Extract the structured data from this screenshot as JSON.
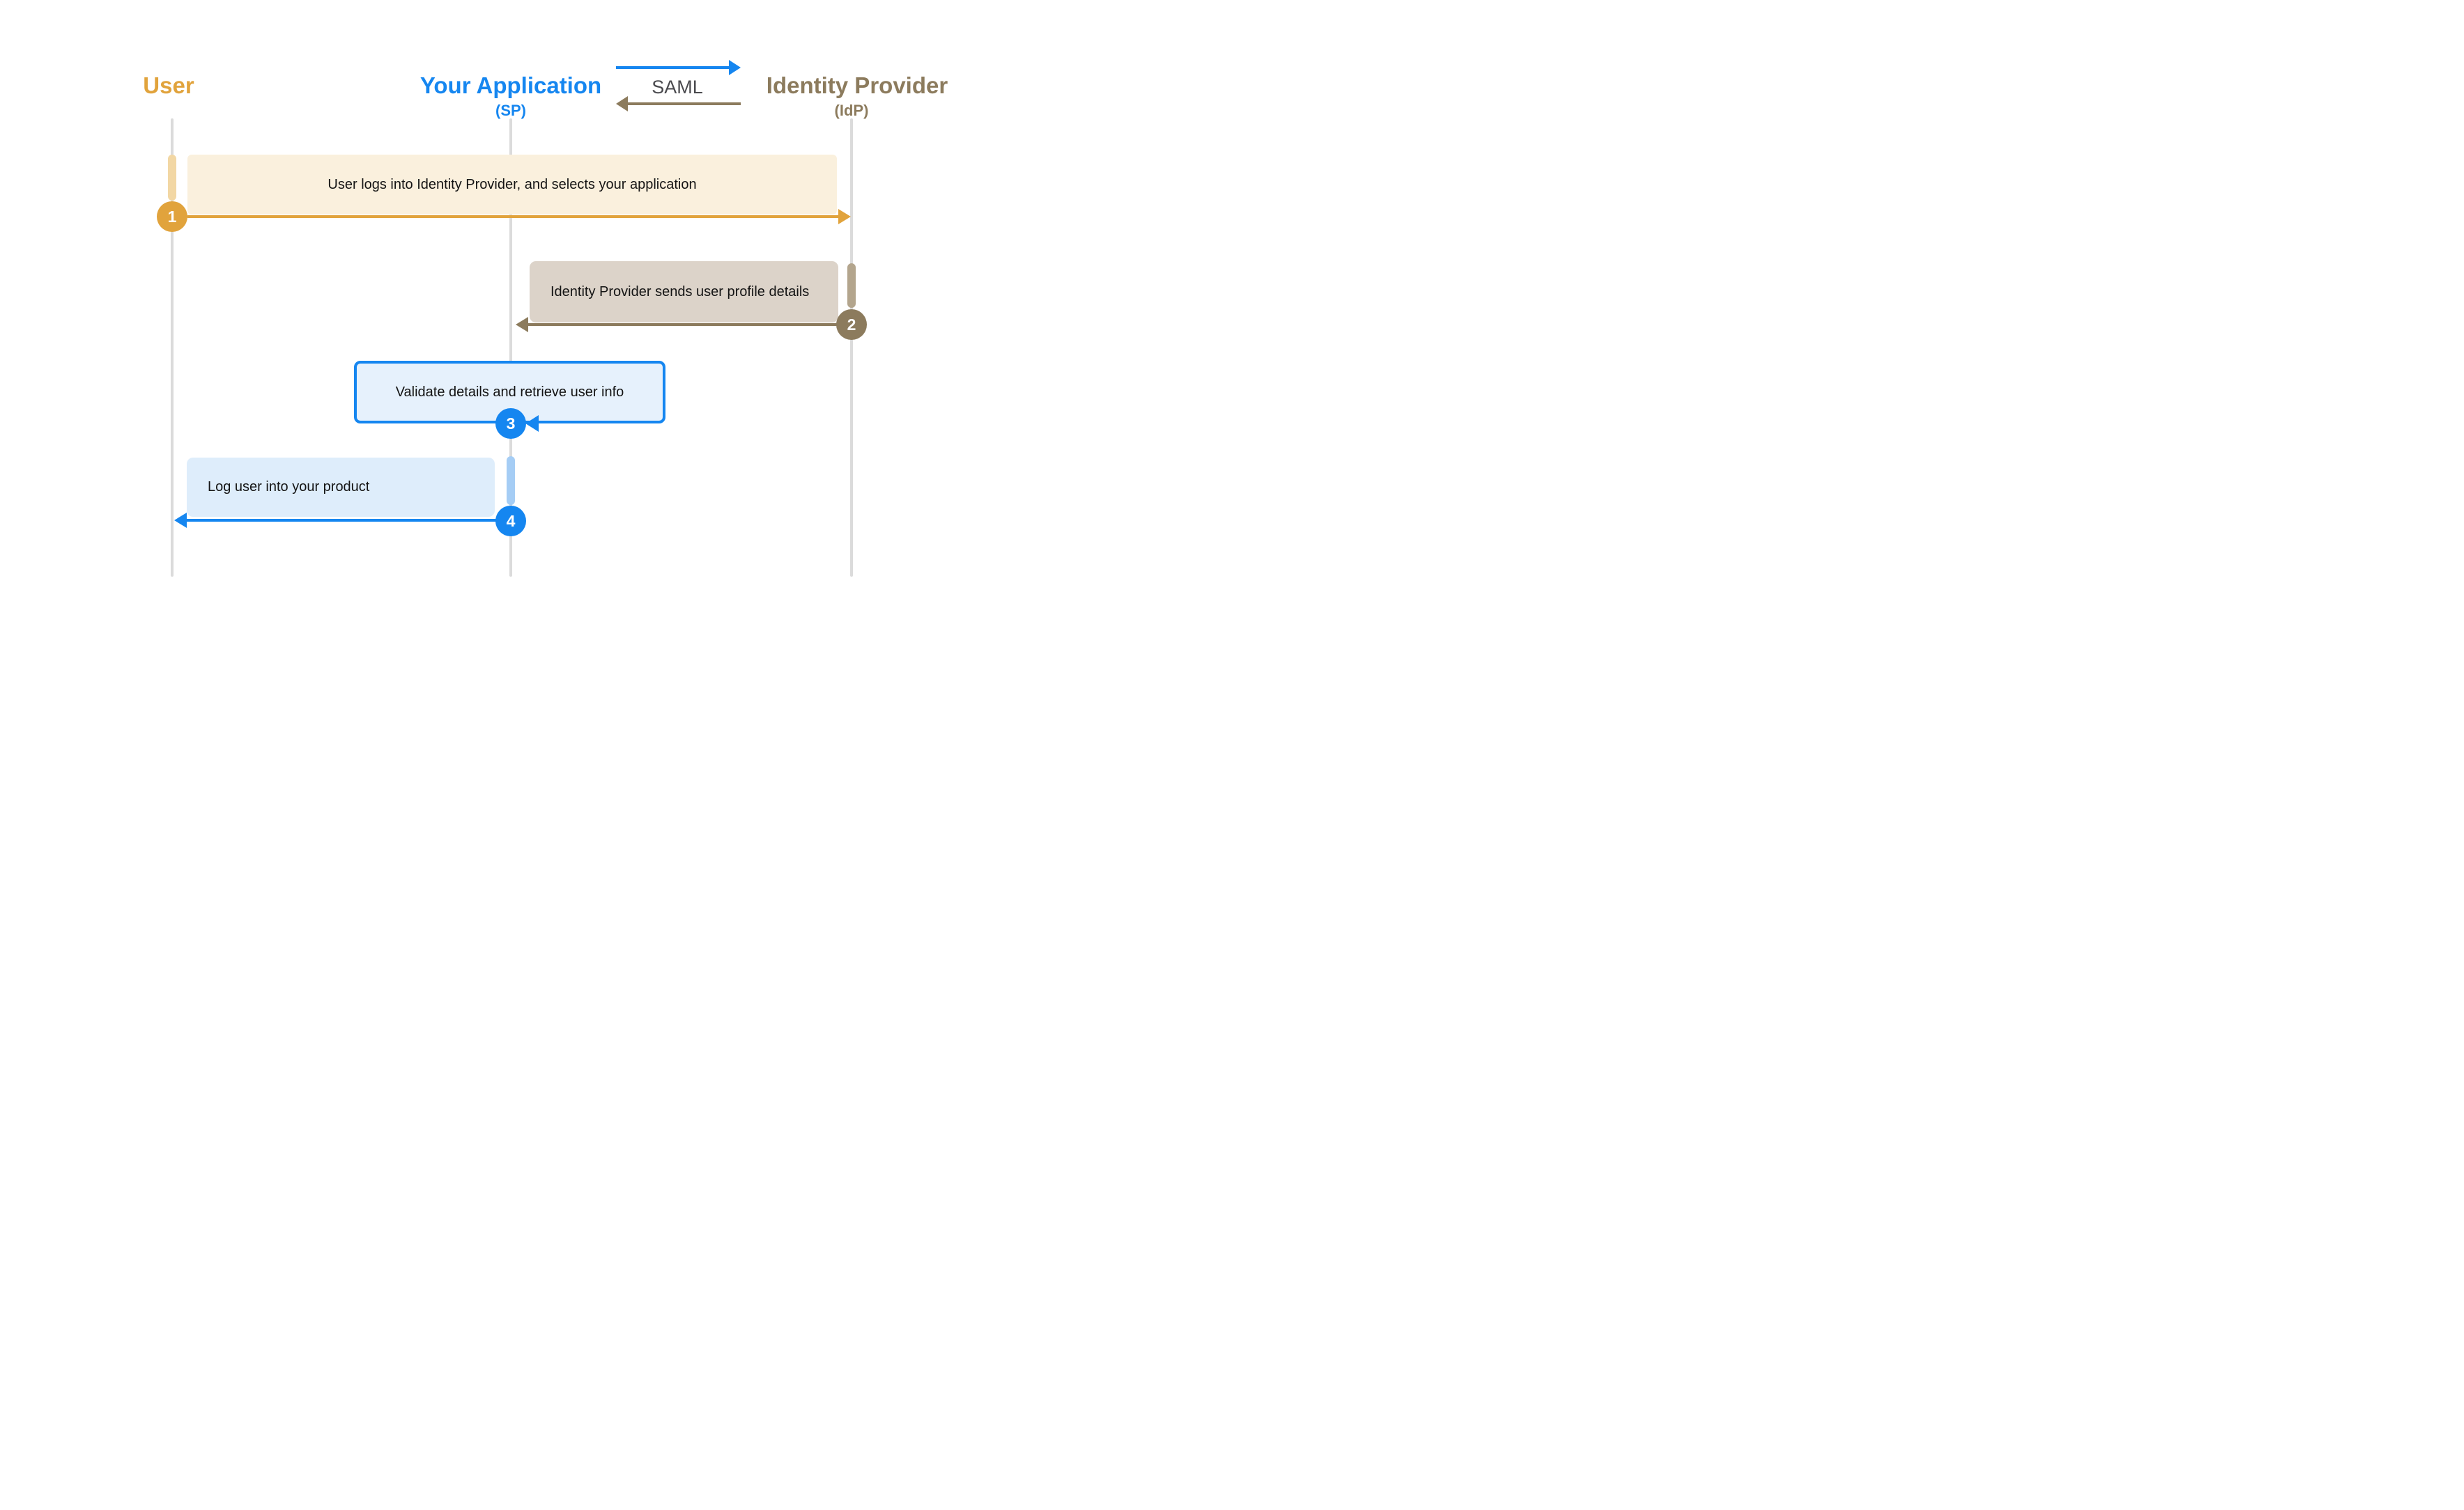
{
  "actors": [
    {
      "label": "User"
    },
    {
      "label": "Your Application",
      "sub": "(SP)"
    },
    {
      "label": "Identity Provider",
      "sub": "(IdP)"
    }
  ],
  "legend": {
    "label": "SAML"
  },
  "steps": [
    {
      "num": "1",
      "text": "User logs into Identity Provider, and selects your application"
    },
    {
      "num": "2",
      "text": "Identity Provider sends user profile details"
    },
    {
      "num": "3",
      "text": "Validate details and retrieve user info"
    },
    {
      "num": "4",
      "text": "Log user into your product"
    }
  ],
  "colors": {
    "user_accent": "#E1A33C",
    "user_box_fill": "#FAF0DD",
    "user_activation_pill": "#F2D7A4",
    "app_accent": "#1586F0",
    "app_box_bordered_fill": "#E6F1FC",
    "app_box_fill": "#DEEDFB",
    "app_activation_pill": "#A5CDF5",
    "idp_accent": "#8C7B5D",
    "idp_box_fill": "#DCD3C9",
    "idp_activation_pill": "#B3A58D",
    "lifeline": "#DBDBDB",
    "legend_text": "#4A4A4E"
  }
}
